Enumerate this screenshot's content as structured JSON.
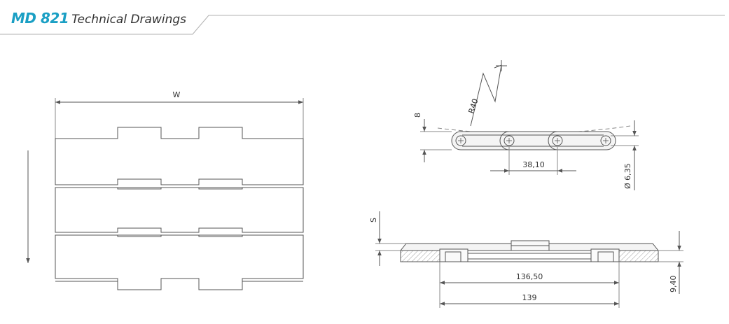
{
  "header": {
    "model": "MD 821",
    "subtitle": "Technical Drawings"
  },
  "colors": {
    "accent": "#1a9fc4",
    "line": "#555555",
    "fill": "#eeeeee",
    "rule": "#b0b0b0"
  },
  "dimensions": {
    "width_label": "W",
    "thickness_label": "8",
    "radius_label": "R40",
    "pitch": "38,10",
    "pin_diameter": "Ø 6,35",
    "s_label": "S",
    "inner_width": "136,50",
    "outer_width": "139",
    "height": "9,40"
  }
}
